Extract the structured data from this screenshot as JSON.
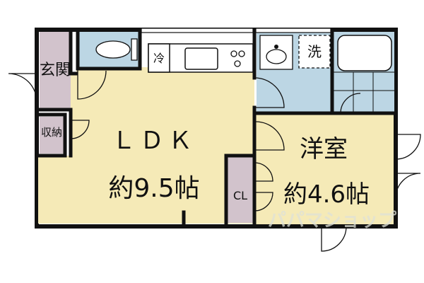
{
  "rooms": {
    "entrance": "玄関",
    "storage": "収納",
    "ldk_name": "ＬＤＫ",
    "ldk_size": "約9.5帖",
    "western_name": "洋室",
    "western_size": "約4.6帖",
    "closet": "CL"
  },
  "fixtures": {
    "fridge": "冷",
    "washer": "洗"
  },
  "watermark": "パパマショップ",
  "colors": {
    "living": "#f5eab7",
    "wet": "#bcd6e4",
    "storage": "#d2c3cc",
    "wall": "#111111"
  }
}
